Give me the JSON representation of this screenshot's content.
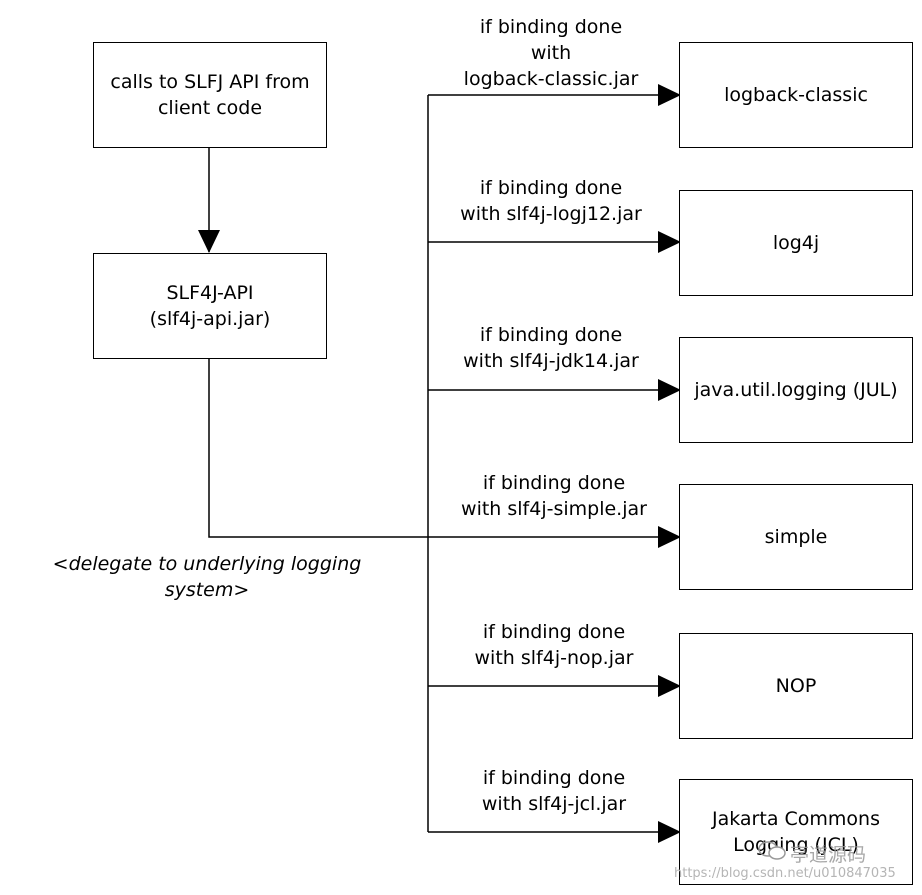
{
  "client_box": {
    "line1": "calls to SLFJ API from",
    "line2": "client code"
  },
  "api_box": {
    "line1": "SLF4J-API",
    "line2": "(slf4j-api.jar)"
  },
  "delegate_note": {
    "line1": "<delegate to underlying logging",
    "line2": "system>"
  },
  "bindings": [
    {
      "cond1": "if binding done",
      "cond2": "with",
      "cond3": "logback-classic.jar",
      "target": "logback-classic"
    },
    {
      "cond1": "if binding done",
      "cond2": "with slf4j-logj12.jar",
      "target": "log4j"
    },
    {
      "cond1": "if binding done",
      "cond2": "with slf4j-jdk14.jar",
      "target": "java.util.logging (JUL)"
    },
    {
      "cond1": "if binding done",
      "cond2": "with slf4j-simple.jar",
      "target": "simple"
    },
    {
      "cond1": "if binding done",
      "cond2": "with slf4j-nop.jar",
      "target": "NOP"
    },
    {
      "cond1": "if binding done",
      "cond2": "with slf4j-jcl.jar",
      "target1": "Jakarta Commons",
      "target2": "Logging (JCL)"
    }
  ],
  "watermark": {
    "brand": "亭道源码",
    "url": "https://blog.csdn.net/u010847035"
  }
}
